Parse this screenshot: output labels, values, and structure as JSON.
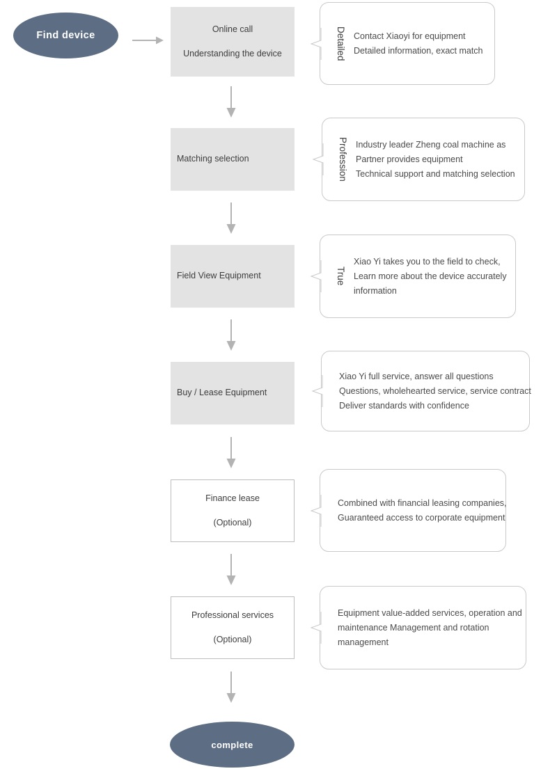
{
  "colors": {
    "terminator_fill": "#5d6d83",
    "terminator_text": "#ffffff",
    "process_fill": "#e3e3e4",
    "process_border": "#bdbdbd",
    "callout_border": "#c9c9c9",
    "arrow": "#b3b3b3",
    "text": "#3c3c3c"
  },
  "start_node": {
    "label": "Find device"
  },
  "end_node": {
    "label": "complete"
  },
  "steps": [
    {
      "id": "online-call",
      "lines": [
        "Online call",
        "Understanding the device"
      ],
      "align": "center",
      "style": "filled",
      "callout": {
        "vertical_label": "Detailed",
        "lines": [
          "Contact Xiaoyi for equipment",
          "Detailed information, exact match"
        ]
      }
    },
    {
      "id": "matching",
      "lines": [
        "Matching selection"
      ],
      "align": "left",
      "style": "filled",
      "callout": {
        "vertical_label": "Profession",
        "lines": [
          "Industry leader Zheng coal machine as",
          "Partner provides equipment",
          "Technical support and matching selection"
        ]
      }
    },
    {
      "id": "field-view",
      "lines": [
        "Field View Equipment"
      ],
      "align": "left",
      "style": "filled",
      "callout": {
        "vertical_label": "True",
        "lines": [
          "Xiao Yi takes you to the field to check,",
          "Learn more about the device accurately",
          "information"
        ]
      }
    },
    {
      "id": "buy-lease",
      "lines": [
        "Buy / Lease Equipment"
      ],
      "align": "left",
      "style": "filled",
      "callout": {
        "vertical_label": "",
        "lines": [
          "Xiao Yi full service, answer all questions",
          "Questions, wholehearted service, service contract",
          "Deliver standards with confidence"
        ]
      }
    },
    {
      "id": "finance-lease",
      "lines": [
        "Finance lease",
        "(Optional)"
      ],
      "align": "center",
      "style": "outlined",
      "callout": {
        "vertical_label": "",
        "lines": [
          "Combined with financial leasing companies,",
          "Guaranteed access to corporate equipment"
        ]
      }
    },
    {
      "id": "professional-services",
      "lines": [
        "Professional services",
        "(Optional)"
      ],
      "align": "center",
      "style": "outlined",
      "callout": {
        "vertical_label": "",
        "lines": [
          "Equipment value-added services, operation and",
          " maintenance Management and rotation",
          "management"
        ]
      }
    }
  ],
  "icons": {
    "start_arrow": "arrow-right-icon",
    "step_arrow": "arrow-down-icon",
    "callout_notch": "callout-pointer-icon"
  }
}
